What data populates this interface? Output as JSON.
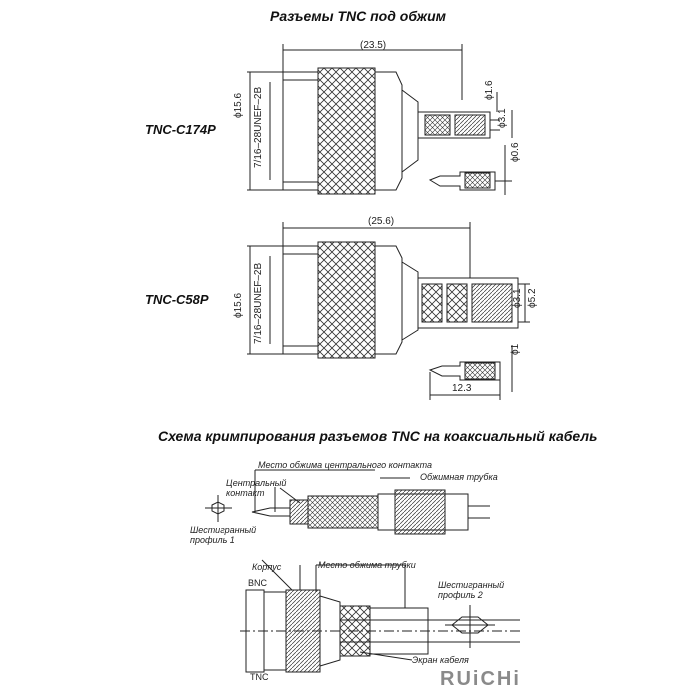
{
  "titles": {
    "main": "Разъемы TNC под обжим",
    "crimp": "Схема кримпирования разъемов TNC на коаксиальный кабель"
  },
  "connectors": [
    {
      "model": "TNC-C174P",
      "length": "(23.5)",
      "body_dia": "ϕ15.6",
      "thread": "7/16–28UNEF–2B",
      "d1": "ϕ1.6",
      "d2": "ϕ3.1",
      "pin_dia": "ϕ0.6"
    },
    {
      "model": "TNC-C58P",
      "length": "(25.6)",
      "body_dia": "ϕ15.6",
      "thread": "7/16–28UNEF–2B",
      "d1": "ϕ3.1",
      "d2": "ϕ5.2",
      "pin_dia": "ϕ1",
      "pin_len": "12.3"
    }
  ],
  "crimp_labels": {
    "center_crimp": "Место обжима центрального контакта",
    "crimp_tube": "Обжимная трубка",
    "center_contact": "Центральный\nконтакт",
    "hex1": "Шестигранный\nпрофиль 1",
    "body": "Корпус",
    "bnc": "BNC",
    "tube_crimp": "Место обжима трубки",
    "hex2": "Шестигранный\nпрофиль 2",
    "shield": "Экран кабеля",
    "tnc": "TNC"
  },
  "brand": {
    "logo": "RUiCHi",
    "color": "#8a8a8a"
  },
  "colors": {
    "line": "#222222",
    "hatch": "#333333",
    "background": "#ffffff"
  }
}
